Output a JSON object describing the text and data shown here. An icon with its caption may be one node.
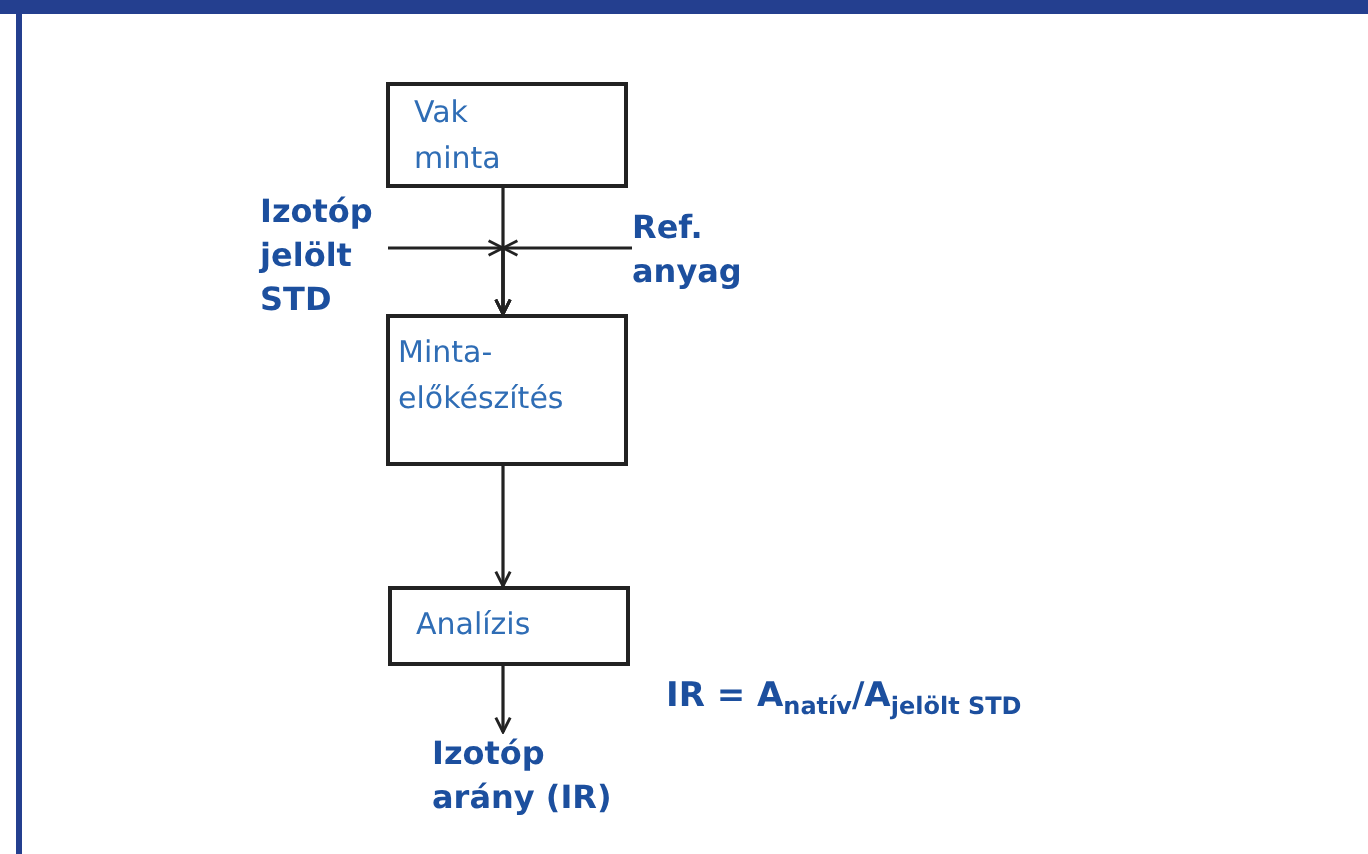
{
  "diagram": {
    "nodes": [
      {
        "text": [
          "Vak minta"
        ]
      },
      {
        "text": [
          "Izotóp jelölt STD"
        ]
      },
      {
        "text": [
          "Ref. anyag"
        ]
      },
      {
        "text": [
          "Minta-előkészítés"
        ]
      },
      {
        "text": [
          "Analízis"
        ]
      },
      {
        "text": [
          "Izotóp arány (IR)"
        ]
      }
    ],
    "edges": [
      {
        "from": 0,
        "to": 3,
        "arrow": "to"
      },
      {
        "from": 1,
        "to": 3,
        "arrow": "to"
      },
      {
        "from": 2,
        "to": 3,
        "arrow": "to"
      },
      {
        "from": 3,
        "to": 4,
        "arrow": "to"
      },
      {
        "from": 4,
        "to": 5,
        "arrow": "to"
      }
    ],
    "labels": [
      "IR = A$_{natív}$/A$_{jelölt STD}$"
    ]
  }
}
